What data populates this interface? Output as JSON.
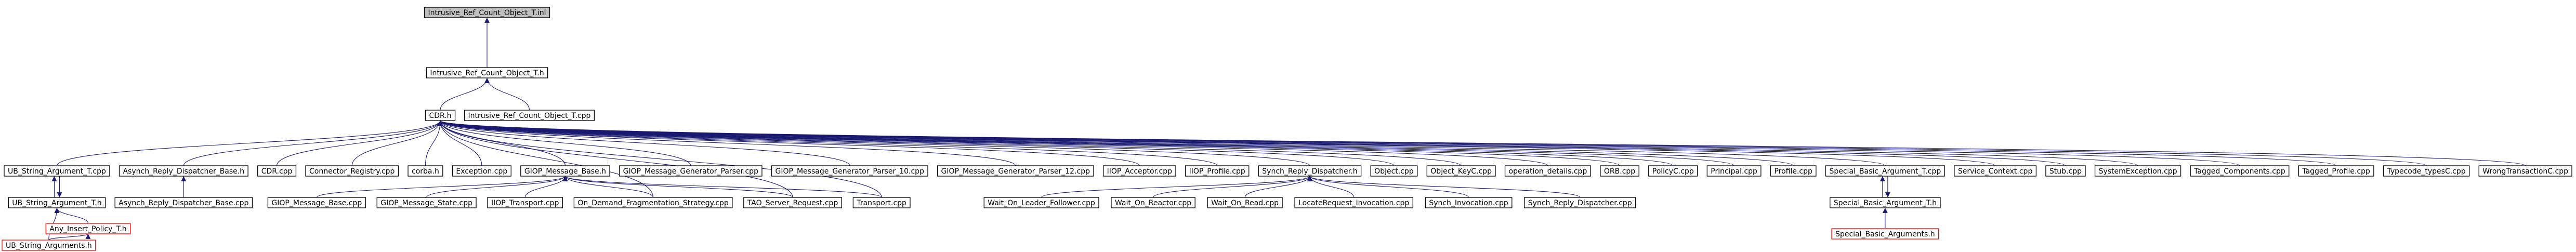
{
  "colors": {
    "edge": "#191970",
    "node_border": "#000000",
    "node_border_incomplete": "#ff0000",
    "highlight_fill": "#bfbfbf",
    "node_fill": "#ffffff"
  },
  "nodes": {
    "root": "Intrusive_Ref_Count_Object_T.inl",
    "intrusive_h": "Intrusive_Ref_Count_Object_T.h",
    "intrusive_cpp": "Intrusive_Ref_Count_Object_T.cpp",
    "cdr_h": "CDR.h",
    "ub_sarg_t_cpp": "UB_String_Argument_T.cpp",
    "async_dispatcher_h": "Asynch_Reply_Dispatcher_Base.h",
    "cdr_cpp": "CDR.cpp",
    "connector_registry": "Connector_Registry.cpp",
    "corba_h": "corba.h",
    "exception_cpp": "Exception.cpp",
    "giop_base_h": "GIOP_Message_Base.h",
    "giop_gen_parser": "GIOP_Message_Generator_Parser.cpp",
    "giop_gen_parser_10": "GIOP_Message_Generator_Parser_10.cpp",
    "giop_gen_parser_12": "GIOP_Message_Generator_Parser_12.cpp",
    "iiop_acceptor": "IIOP_Acceptor.cpp",
    "iiop_profile": "IIOP_Profile.cpp",
    "synch_dispatcher_h": "Synch_Reply_Dispatcher.h",
    "object_cpp": "Object.cpp",
    "object_keyc": "Object_KeyC.cpp",
    "operation_details": "operation_details.cpp",
    "orb_cpp": "ORB.cpp",
    "policyc_cpp": "PolicyC.cpp",
    "principal_cpp": "Principal.cpp",
    "profile_cpp": "Profile.cpp",
    "sba_t_cpp": "Special_Basic_Argument_T.cpp",
    "service_context": "Service_Context.cpp",
    "stub_cpp": "Stub.cpp",
    "system_exception": "SystemException.cpp",
    "tagged_components": "Tagged_Components.cpp",
    "tagged_profile": "Tagged_Profile.cpp",
    "typecode_typesc": "Typecode_typesC.cpp",
    "wrong_transactionc": "WrongTransactionC.cpp",
    "ub_sarg_t_h": "UB_String_Argument_T.h",
    "async_dispatcher_cpp": "Asynch_Reply_Dispatcher_Base.cpp",
    "giop_base_cpp": "GIOP_Message_Base.cpp",
    "giop_state": "GIOP_Message_State.cpp",
    "iiop_transport": "IIOP_Transport.cpp",
    "on_demand": "On_Demand_Fragmentation_Strategy.cpp",
    "tao_server_request": "TAO_Server_Request.cpp",
    "transport_cpp": "Transport.cpp",
    "wait_leader": "Wait_On_Leader_Follower.cpp",
    "wait_reactor": "Wait_On_Reactor.cpp",
    "wait_read": "Wait_On_Read.cpp",
    "locate_request": "LocateRequest_Invocation.cpp",
    "synch_invocation": "Synch_Invocation.cpp",
    "synch_dispatcher_cpp": "Synch_Reply_Dispatcher.cpp",
    "sba_t_h": "Special_Basic_Argument_T.h",
    "any_insert_policy": "Any_Insert_Policy_T.h",
    "sb_arguments_h": "Special_Basic_Arguments.h",
    "ub_string_arguments": "UB_String_Arguments.h"
  }
}
